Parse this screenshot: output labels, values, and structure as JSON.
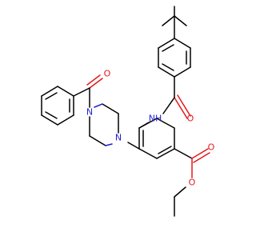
{
  "colors": {
    "background": "#ffffff",
    "carbon_bond": "#000000",
    "oxygen": "#e31a1c",
    "nitrogen": "#1f1fd6"
  },
  "atoms": {
    "o_benzoyl": "O",
    "n_piperazine_top": "N",
    "n_piperazine_bottom": "N",
    "n_amide": "NH",
    "o_amide": "O",
    "o_ester_carbonyl": "O",
    "o_ester_ether": "O"
  }
}
